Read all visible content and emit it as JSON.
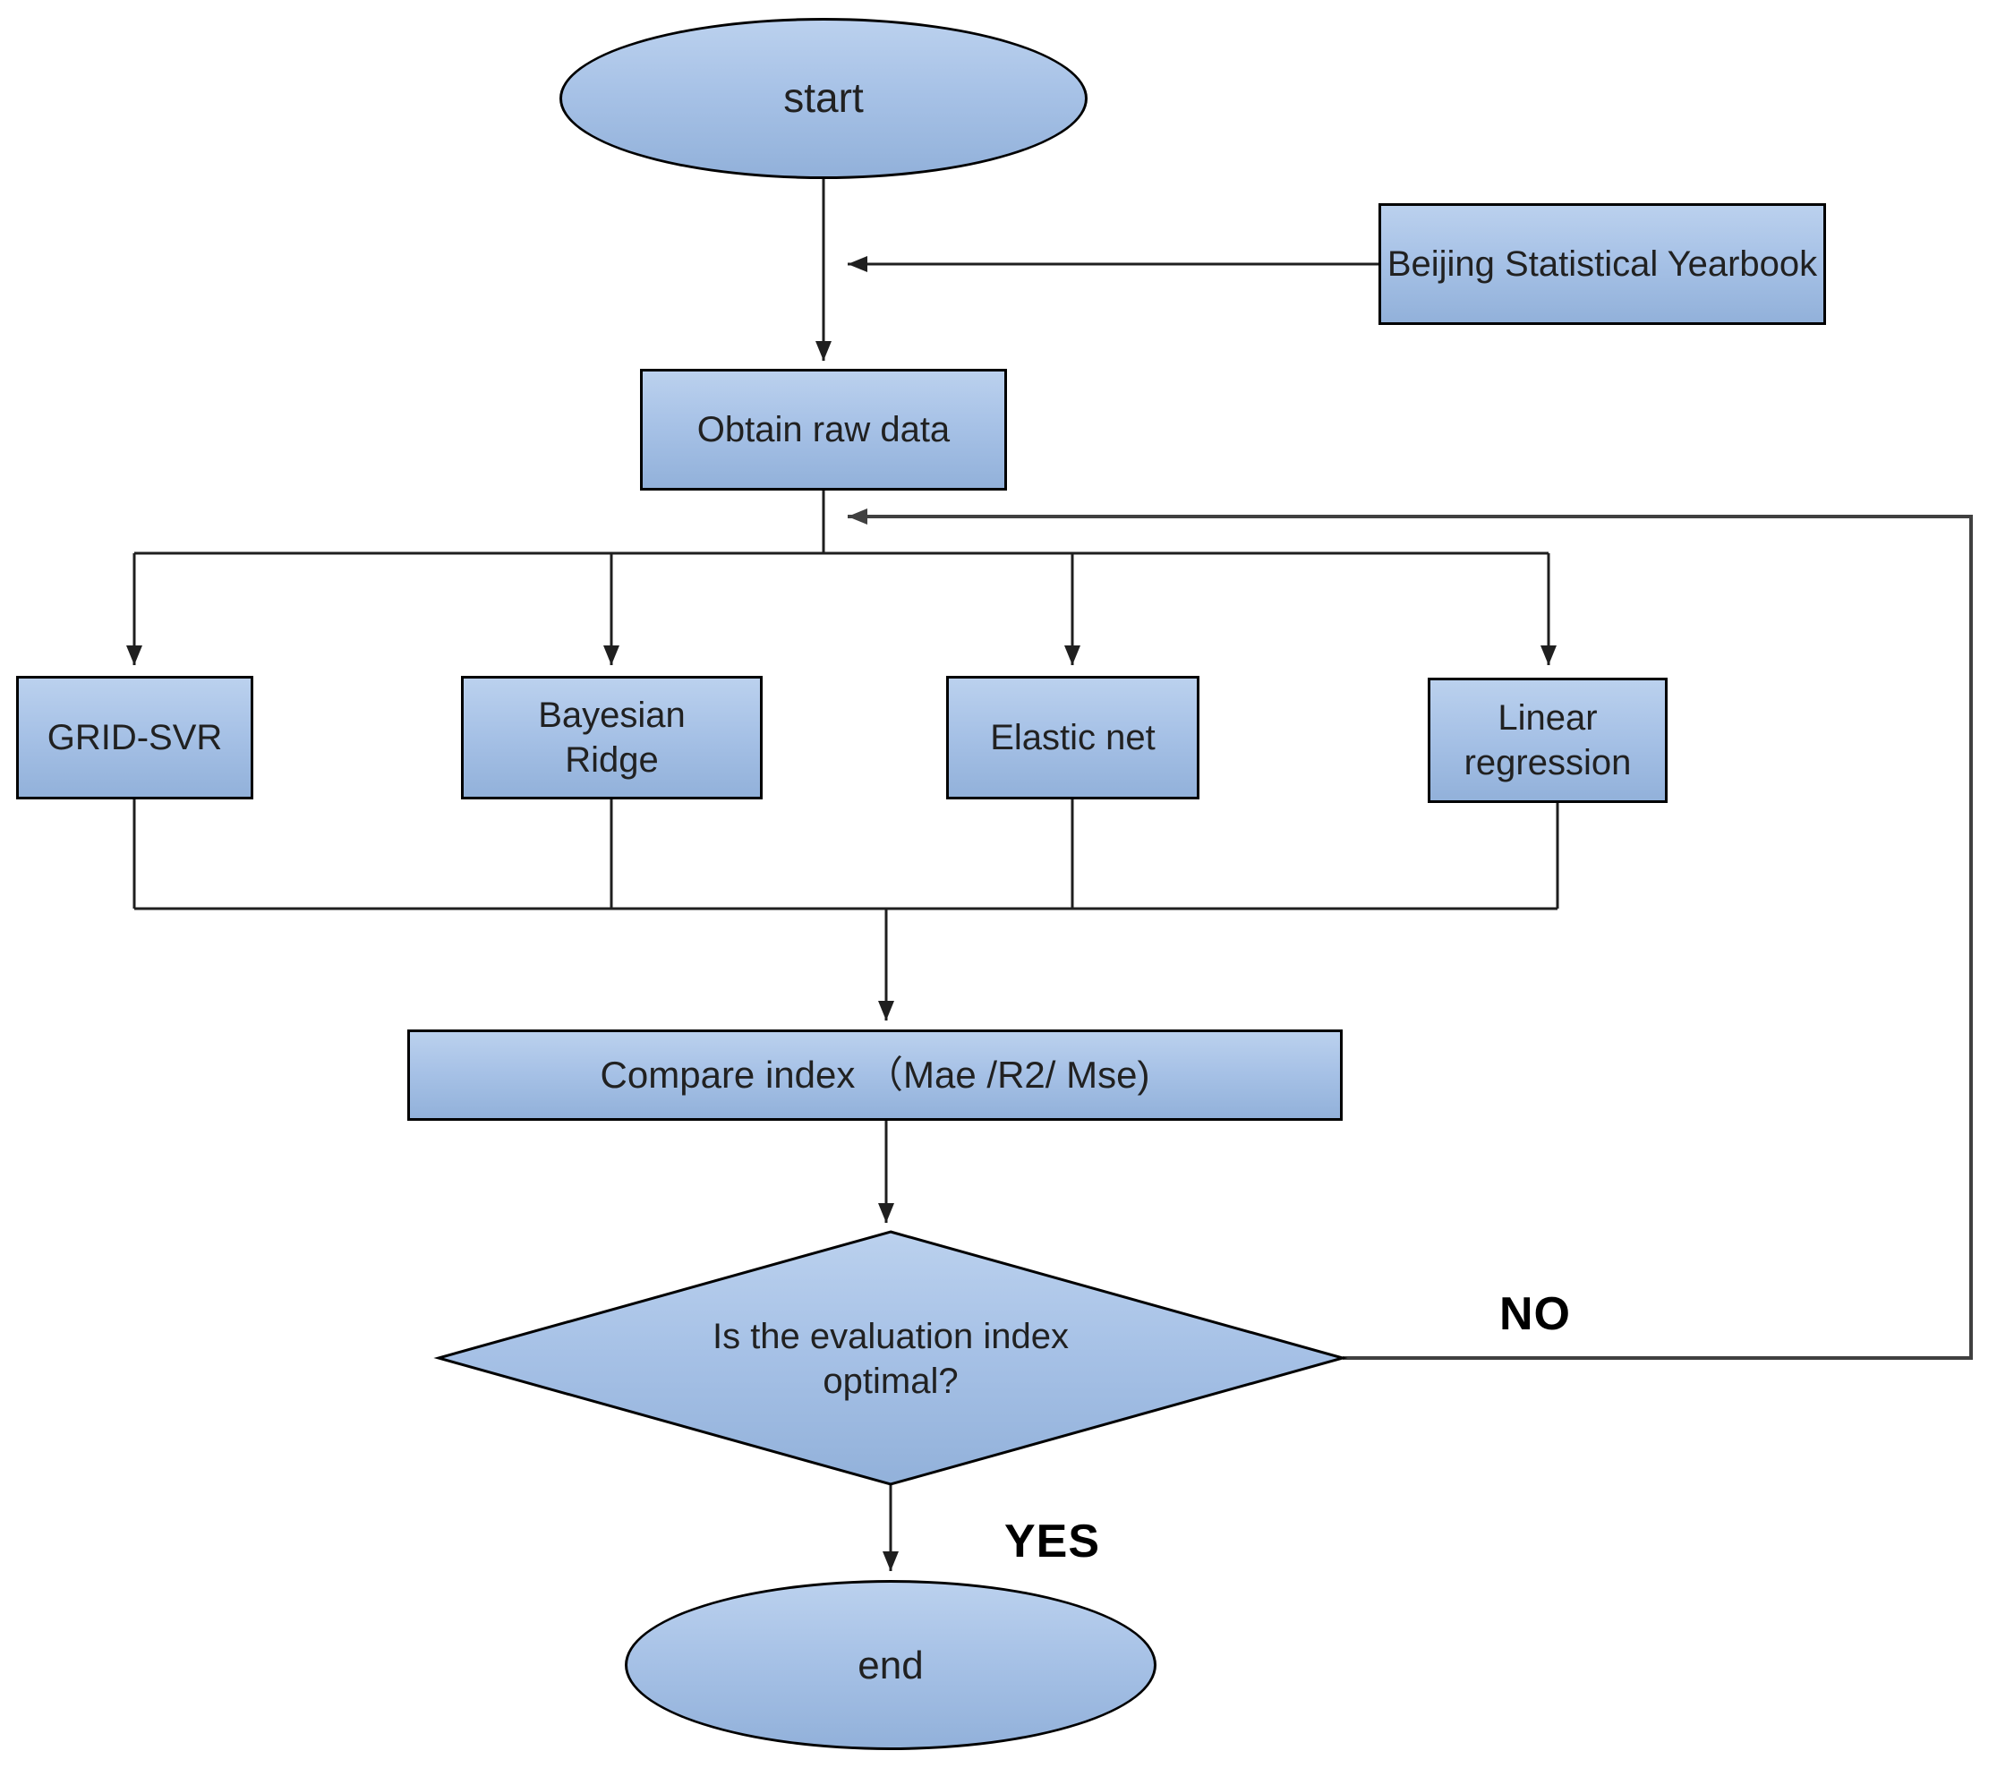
{
  "figure": {
    "type": "flowchart",
    "background": "#ffffff",
    "colors": {
      "node_fill_top": "#bbd1ee",
      "node_fill_bottom": "#92b1da",
      "node_border": "#000000",
      "connector": "#1f1f1f",
      "feedback_connector": "#404040",
      "text": "#212121"
    },
    "nodes": {
      "start": {
        "label": "start",
        "shape": "ellipse"
      },
      "beijing_statistical_yearbook": {
        "label": "Beijing Statistical Yearbook",
        "shape": "rect"
      },
      "obtain_raw_data": {
        "label": "Obtain raw data",
        "shape": "rect"
      },
      "grid_svr": {
        "label": "GRID-SVR",
        "shape": "rect"
      },
      "bayesian_ridge": {
        "label": "Bayesian Ridge",
        "shape": "rect"
      },
      "elastic_net": {
        "label": "Elastic net",
        "shape": "rect"
      },
      "linear_regression": {
        "label": "Linear regression",
        "shape": "rect"
      },
      "compare_index": {
        "label": "Compare index （Mae /R2/ Mse)",
        "shape": "rect"
      },
      "decision": {
        "label": "Is the evaluation index optimal?",
        "shape": "diamond"
      },
      "end": {
        "label": "end",
        "shape": "ellipse"
      }
    },
    "edge_labels": {
      "no": "NO",
      "yes": "YES"
    },
    "edges": [
      {
        "from": "start",
        "to": "obtain_raw_data"
      },
      {
        "from": "beijing_statistical_yearbook",
        "to": "obtain_raw_data"
      },
      {
        "from": "obtain_raw_data",
        "to": "grid_svr"
      },
      {
        "from": "obtain_raw_data",
        "to": "bayesian_ridge"
      },
      {
        "from": "obtain_raw_data",
        "to": "elastic_net"
      },
      {
        "from": "obtain_raw_data",
        "to": "linear_regression"
      },
      {
        "from": "grid_svr",
        "to": "compare_index"
      },
      {
        "from": "bayesian_ridge",
        "to": "compare_index"
      },
      {
        "from": "elastic_net",
        "to": "compare_index"
      },
      {
        "from": "linear_regression",
        "to": "compare_index"
      },
      {
        "from": "compare_index",
        "to": "decision"
      },
      {
        "from": "decision",
        "to": "end",
        "label": "YES"
      },
      {
        "from": "decision",
        "to": "obtain_raw_data",
        "label": "NO"
      }
    ]
  }
}
